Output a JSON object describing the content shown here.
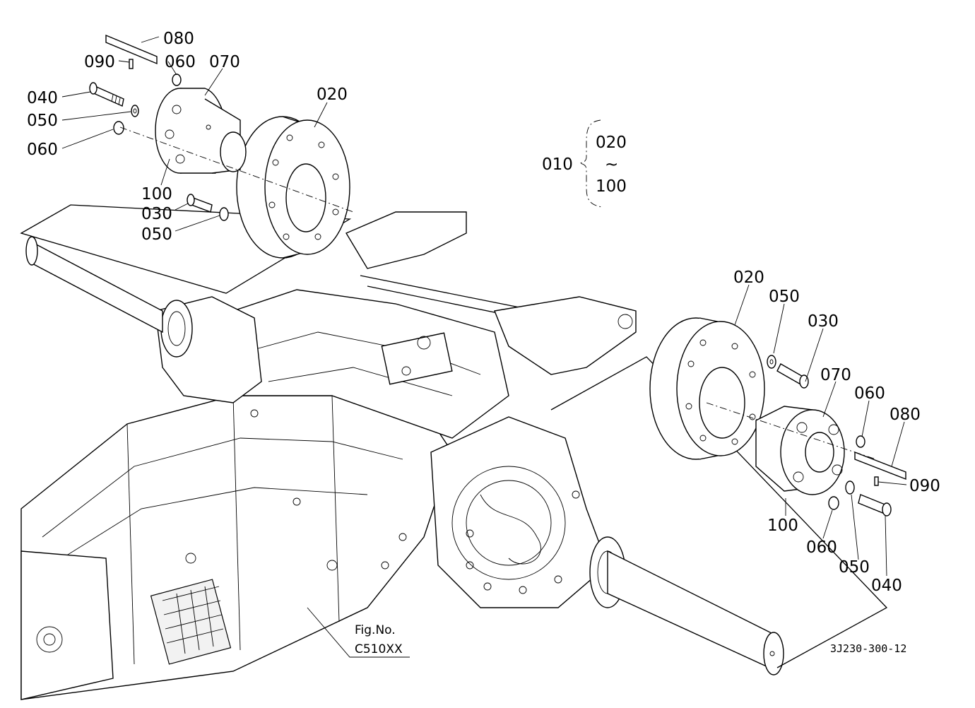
{
  "callouts": {
    "left": {
      "c080": "080",
      "c090": "090",
      "c060_top": "060",
      "c070": "070",
      "c040": "040",
      "c050_a": "050",
      "c060_b": "060",
      "c020": "020",
      "c100": "100",
      "c030": "030",
      "c050_b": "050"
    },
    "right": {
      "c020": "020",
      "c050_a": "050",
      "c030": "030",
      "c070": "070",
      "c060_a": "060",
      "c080": "080",
      "c090": "090",
      "c100": "100",
      "c060_b": "060",
      "c050_b": "050",
      "c040": "040"
    }
  },
  "assembly_group": {
    "parent": "010",
    "from": "020",
    "range_mark": "~",
    "to": "100"
  },
  "figure_ref": {
    "label": "Fig.No.",
    "number": "C510XX"
  },
  "drawing_code": "3J230-300-12"
}
